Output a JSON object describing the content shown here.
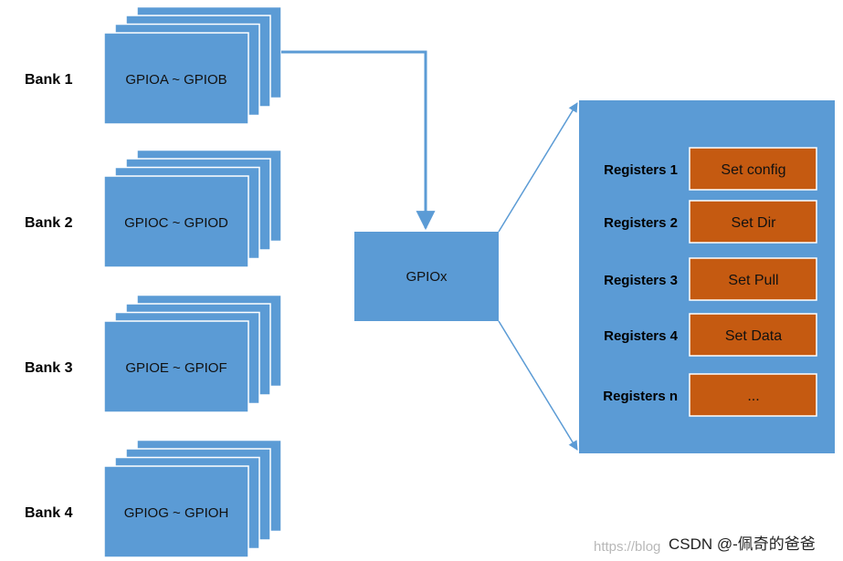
{
  "colors": {
    "bank_fill": "#5b9bd5",
    "bank_stroke": "#ffffff",
    "panel_fill": "#5b9bd5",
    "register_fill": "#c55a11",
    "register_stroke": "#ffffff",
    "arrow": "#5b9bd5"
  },
  "banks": [
    {
      "label": "Bank 1",
      "range": "GPIOA ~ GPIOB"
    },
    {
      "label": "Bank 2",
      "range": "GPIOC ~ GPIOD"
    },
    {
      "label": "Bank 3",
      "range": "GPIOE ~ GPIOF"
    },
    {
      "label": "Bank 4",
      "range": "GPIOG ~ GPIOH"
    }
  ],
  "center": {
    "label": "GPIOx"
  },
  "registers": [
    {
      "label": "Registers 1",
      "action": "Set config"
    },
    {
      "label": "Registers 2",
      "action": "Set Dir"
    },
    {
      "label": "Registers 3",
      "action": "Set Pull"
    },
    {
      "label": "Registers 4",
      "action": "Set Data"
    },
    {
      "label": "Registers n",
      "action": "..."
    }
  ],
  "watermark": {
    "faint": "https://blog",
    "main": "CSDN @-佩奇的爸爸"
  }
}
